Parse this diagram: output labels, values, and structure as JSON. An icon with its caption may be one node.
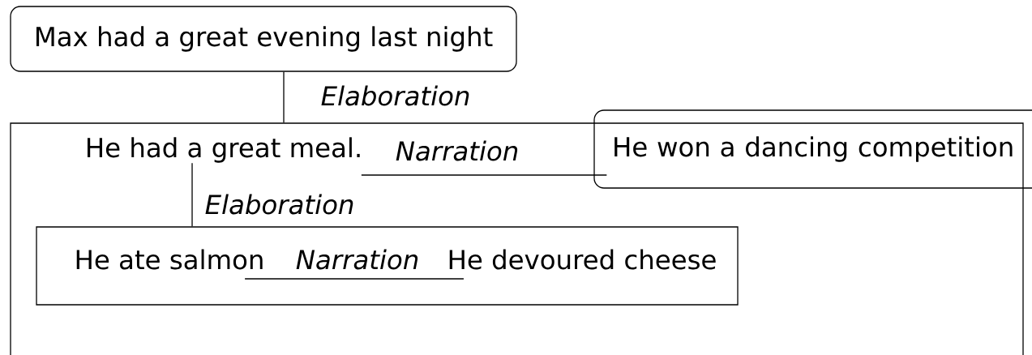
{
  "diagram": {
    "nodes": [
      {
        "text": [
          "Max had a great evening last night"
        ]
      },
      {
        "text": [],
        "shape": "box"
      },
      {
        "text": [
          "He had a great meal."
        ],
        "in": 1
      },
      {
        "text": [
          "He won a dancing competition"
        ]
      },
      {
        "text": [],
        "shape": "box",
        "in": 1
      },
      {
        "text": [
          "He ate salmon"
        ],
        "in": 4
      },
      {
        "text": [
          "He devoured cheese"
        ],
        "in": 4
      }
    ],
    "edges": [
      {
        "from": 0,
        "to": 1,
        "arrow": "none",
        "label": "Elaboration"
      },
      {
        "from": 2,
        "to": 3,
        "arrow": "none",
        "label": "Narration"
      },
      {
        "from": 2,
        "to": 4,
        "arrow": "none",
        "label": "Elaboration"
      },
      {
        "from": 5,
        "to": 6,
        "arrow": "none",
        "label": "Narration"
      }
    ]
  }
}
